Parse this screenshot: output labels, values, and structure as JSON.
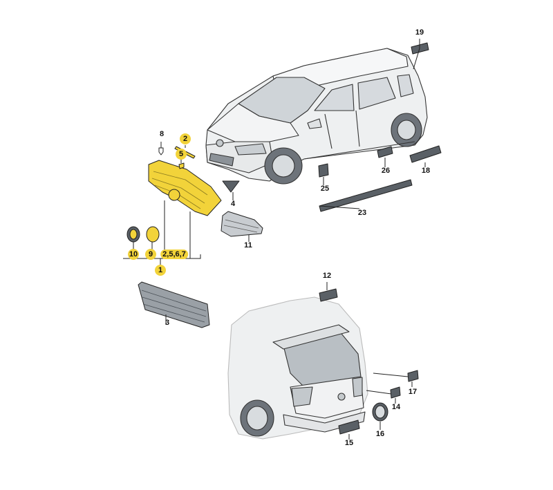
{
  "colors": {
    "highlight": "#f2d33a",
    "line": "#222222",
    "car_body": "#eef0f1",
    "part_dark": "#5a6066"
  },
  "callouts": {
    "c1": "1",
    "c2": "2",
    "c2567": "2,5,6,7",
    "c3": "3",
    "c4": "4",
    "c5": "5",
    "c8": "8",
    "c9": "9",
    "c10": "10",
    "c11": "11",
    "c12": "12",
    "c14": "14",
    "c15": "15",
    "c16": "16",
    "c17": "17",
    "c18": "18",
    "c19": "19",
    "c23": "23",
    "c25": "25",
    "c26": "26"
  }
}
